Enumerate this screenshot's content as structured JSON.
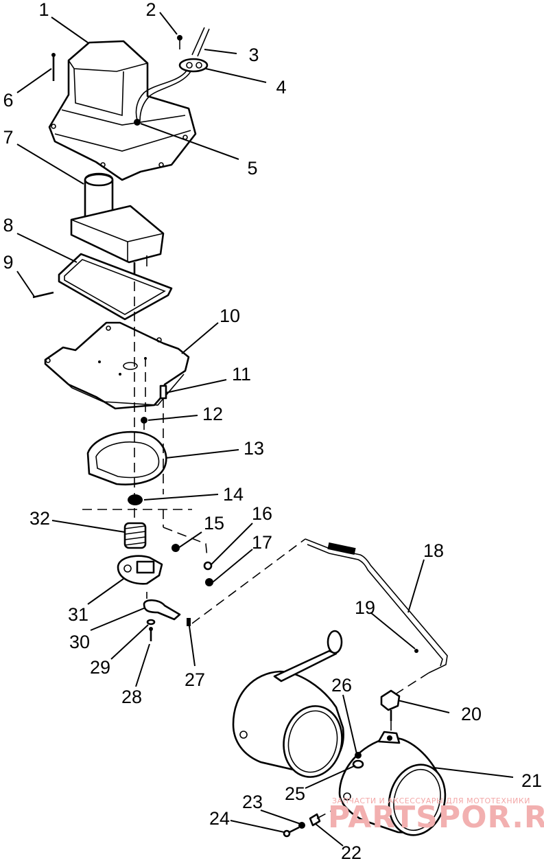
{
  "callouts": [
    {
      "id": "1",
      "label": "1"
    },
    {
      "id": "2",
      "label": "2"
    },
    {
      "id": "3",
      "label": "3"
    },
    {
      "id": "4",
      "label": "4"
    },
    {
      "id": "5",
      "label": "5"
    },
    {
      "id": "6",
      "label": "6"
    },
    {
      "id": "7",
      "label": "7"
    },
    {
      "id": "8",
      "label": "8"
    },
    {
      "id": "9",
      "label": "9"
    },
    {
      "id": "10",
      "label": "10"
    },
    {
      "id": "11",
      "label": "11"
    },
    {
      "id": "12",
      "label": "12"
    },
    {
      "id": "13",
      "label": "13"
    },
    {
      "id": "14",
      "label": "14"
    },
    {
      "id": "15",
      "label": "15"
    },
    {
      "id": "16",
      "label": "16"
    },
    {
      "id": "17",
      "label": "17"
    },
    {
      "id": "18",
      "label": "18"
    },
    {
      "id": "19",
      "label": "19"
    },
    {
      "id": "20",
      "label": "20"
    },
    {
      "id": "21",
      "label": "21"
    },
    {
      "id": "22",
      "label": "22"
    },
    {
      "id": "23",
      "label": "23"
    },
    {
      "id": "24",
      "label": "24"
    },
    {
      "id": "25",
      "label": "25"
    },
    {
      "id": "26",
      "label": "26"
    },
    {
      "id": "27",
      "label": "27"
    },
    {
      "id": "28",
      "label": "28"
    },
    {
      "id": "29",
      "label": "29"
    },
    {
      "id": "30",
      "label": "30"
    },
    {
      "id": "31",
      "label": "31"
    },
    {
      "id": "32",
      "label": "32"
    }
  ],
  "watermark": {
    "tagline": "ЗАПЧАСТИ И АКСЕССУАРЫ ДЛЯ МОТОТЕХНИКИ",
    "brand": "PARTSPOR.RU"
  },
  "colors": {
    "line": "#000000",
    "background": "#ffffff",
    "watermark": "#f2b0b0"
  }
}
